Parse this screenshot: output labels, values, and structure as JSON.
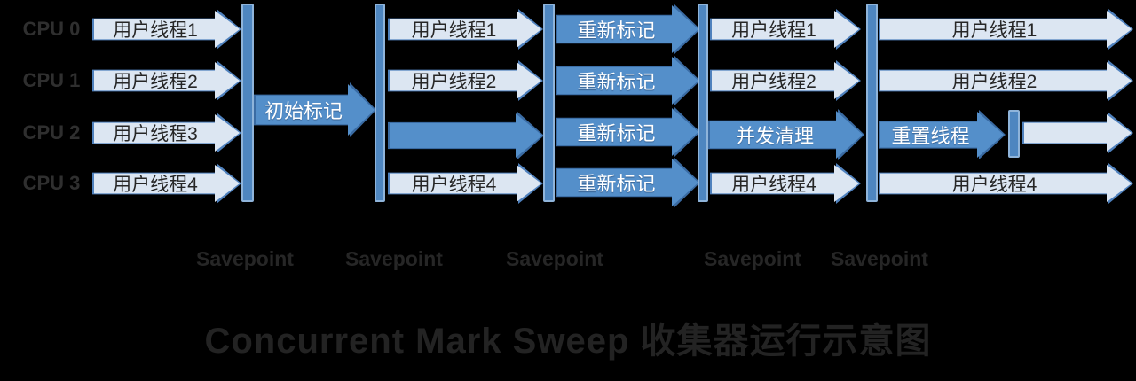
{
  "title": "Concurrent Mark Sweep 收集器运行示意图",
  "cpu_labels": [
    "CPU 0",
    "CPU 1",
    "CPU 2",
    "CPU 3"
  ],
  "savepoints": [
    "Savepoint",
    "Savepoint",
    "Savepoint",
    "Savepoint",
    "Savepoint"
  ],
  "sections": [
    {
      "name": "user-threads-before",
      "rows": [
        "用户线程1",
        "用户线程2",
        "用户线程3",
        "用户线程4"
      ]
    },
    {
      "name": "initial-mark",
      "label": "初始标记"
    },
    {
      "name": "concurrent-mark",
      "rows": [
        "用户线程1",
        "用户线程2",
        "",
        "用户线程4"
      ]
    },
    {
      "name": "remark",
      "rows": [
        "重新标记",
        "重新标记",
        "重新标记",
        "重新标记"
      ]
    },
    {
      "name": "concurrent-sweep",
      "rows": [
        "用户线程1",
        "用户线程2",
        "并发清理",
        "用户线程4"
      ]
    },
    {
      "name": "reset",
      "rows": [
        "用户线程1",
        "用户线程2",
        "重置线程",
        "用户线程4"
      ]
    }
  ],
  "colors": {
    "background": "#000000",
    "light_arrow_fill": "#dce6f2",
    "light_arrow_border": "#4f81bd",
    "blue_arrow_fill": "#548fca",
    "barrier_bar_fill": "#4e86c0",
    "dark_text": "#262626",
    "white_text": "#ffffff"
  }
}
